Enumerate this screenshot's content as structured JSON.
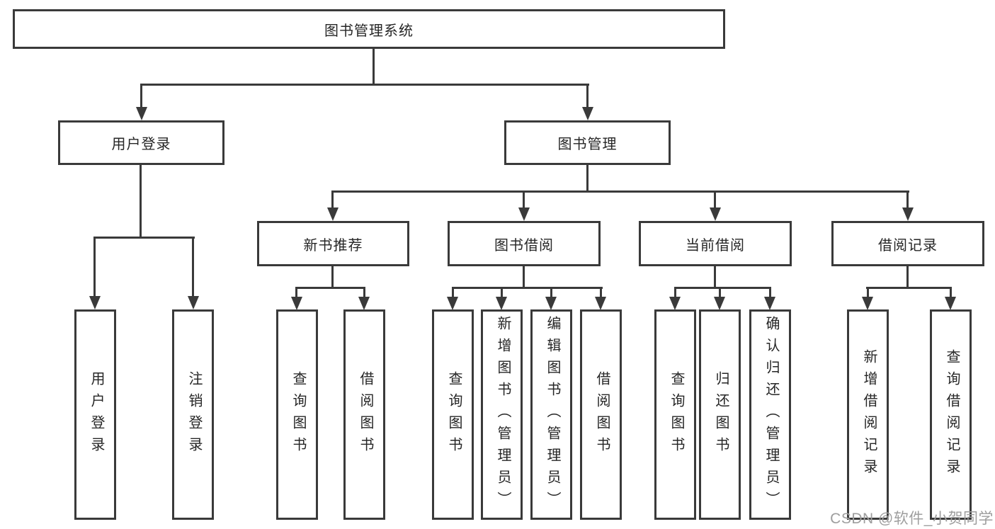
{
  "tree": {
    "label": "图书管理系统",
    "children": [
      {
        "label": "用户登录",
        "children": [
          {
            "label": "用户登录"
          },
          {
            "label": "注销登录"
          }
        ]
      },
      {
        "label": "图书管理",
        "children": [
          {
            "label": "新书推荐",
            "children": [
              {
                "label": "查询图书"
              },
              {
                "label": "借阅图书"
              }
            ]
          },
          {
            "label": "图书借阅",
            "children": [
              {
                "label": "查询图书"
              },
              {
                "label": "新增图书（管理员）"
              },
              {
                "label": "编辑图书（管理员）"
              },
              {
                "label": "借阅图书"
              }
            ]
          },
          {
            "label": "当前借阅",
            "children": [
              {
                "label": "查询图书"
              },
              {
                "label": "归还图书"
              },
              {
                "label": "确认归还（管理员）"
              }
            ]
          },
          {
            "label": "借阅记录",
            "children": [
              {
                "label": "新增借阅记录"
              },
              {
                "label": "查询借阅记录"
              }
            ]
          }
        ]
      }
    ]
  },
  "watermark": "CSDN @软件_小贺同学",
  "colors": {
    "line": "#3a3a3a",
    "text": "#262626",
    "watermark": "#9e9e9e",
    "background": "#ffffff"
  }
}
